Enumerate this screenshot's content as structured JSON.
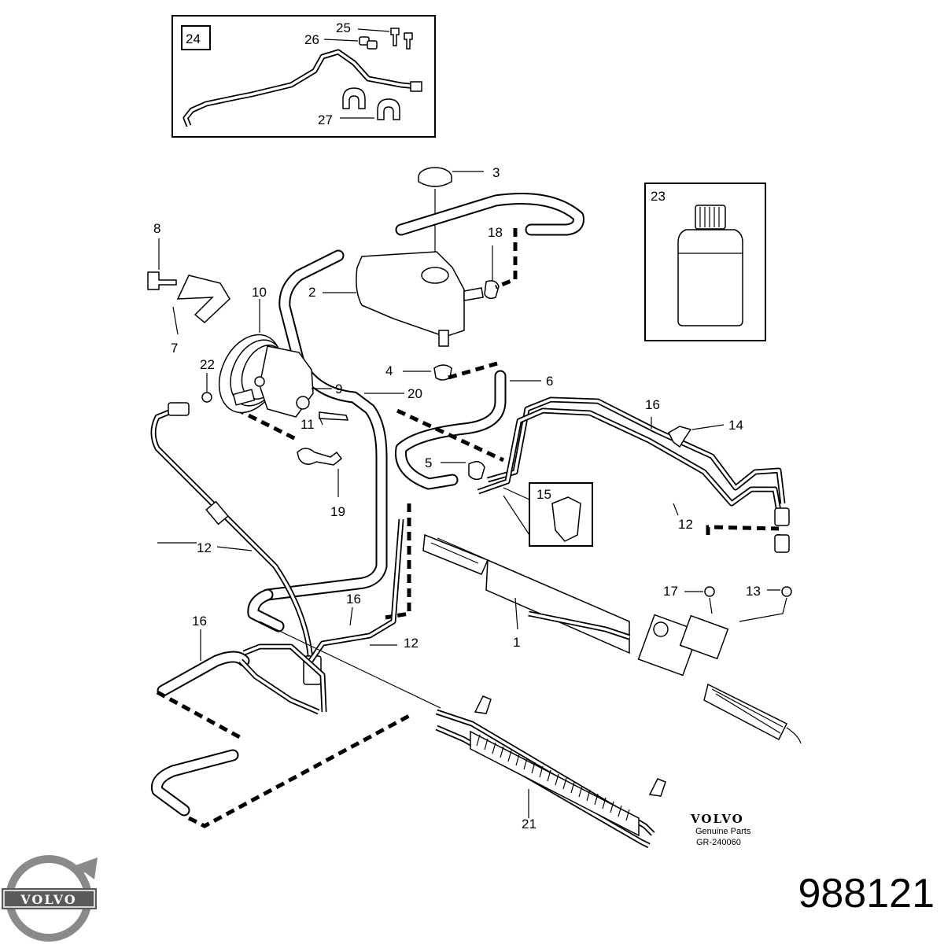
{
  "brand": {
    "logo_text": "VOLVO",
    "genuine_logo": "VOLVO",
    "genuine_text": "Genuine Parts",
    "diagram_code": "GR-240060"
  },
  "part_number": "988121",
  "callouts": {
    "c1": "1",
    "c2": "2",
    "c3": "3",
    "c4": "4",
    "c5": "5",
    "c6": "6",
    "c7": "7",
    "c8": "8",
    "c9": "9",
    "c10": "10",
    "c11": "11",
    "c12a": "12",
    "c12b": "12",
    "c12c": "12",
    "c13": "13",
    "c14": "14",
    "c15": "15",
    "c16a": "16",
    "c16b": "16",
    "c16c": "16",
    "c17": "17",
    "c18": "18",
    "c19": "19",
    "c20": "20",
    "c21": "21",
    "c22": "22",
    "c23": "23",
    "c24": "24",
    "c25": "25",
    "c26": "26",
    "c27": "27"
  },
  "colors": {
    "line": "#000000",
    "background": "#ffffff",
    "logo_ring": "#8a8a8a",
    "logo_band": "#5a5a5a"
  }
}
